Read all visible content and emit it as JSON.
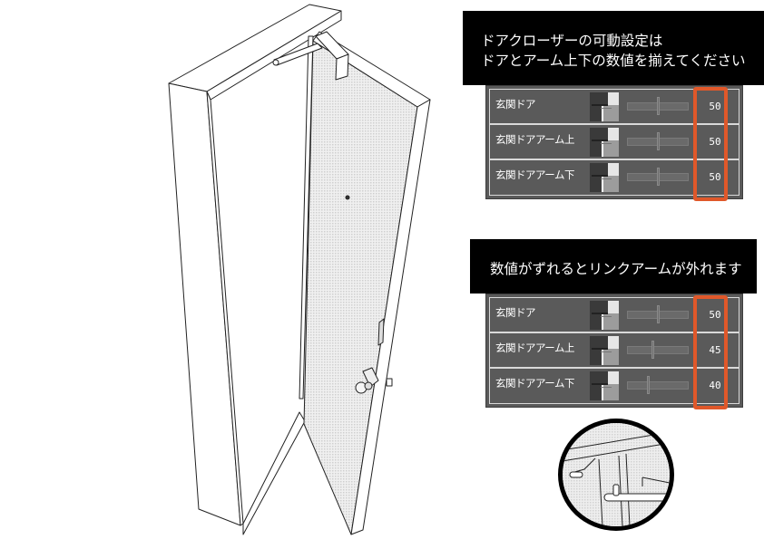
{
  "captions": {
    "top": {
      "line1": "ドアクローザーの可動設定は",
      "line2": "ドアとアーム上下の数値を揃えてください"
    },
    "bottom": {
      "line1": "数値がずれるとリンクアームが外れます"
    }
  },
  "panels": [
    {
      "id": "correct-settings",
      "rows": [
        {
          "label": "玄関ドア",
          "value": "50",
          "slider_pct": 50
        },
        {
          "label": "玄関ドアアーム上",
          "value": "50",
          "slider_pct": 50
        },
        {
          "label": "玄関ドアアーム下",
          "value": "50",
          "slider_pct": 50
        }
      ]
    },
    {
      "id": "misaligned-settings",
      "rows": [
        {
          "label": "玄関ドア",
          "value": "50",
          "slider_pct": 50
        },
        {
          "label": "玄関ドアアーム上",
          "value": "45",
          "slider_pct": 45
        },
        {
          "label": "玄関ドアアーム下",
          "value": "40",
          "slider_pct": 40
        }
      ]
    }
  ],
  "colors": {
    "highlight": "#e0582a",
    "panel_bg": "#5a5a5a",
    "caption_bg": "#000000",
    "door_face": "#e4e4e4"
  },
  "icons": {
    "door_illustration": "door-with-closer-illustration",
    "thumbnail": "door-closer-thumbnail",
    "zoom_detail": "link-arm-detenached-detail"
  }
}
